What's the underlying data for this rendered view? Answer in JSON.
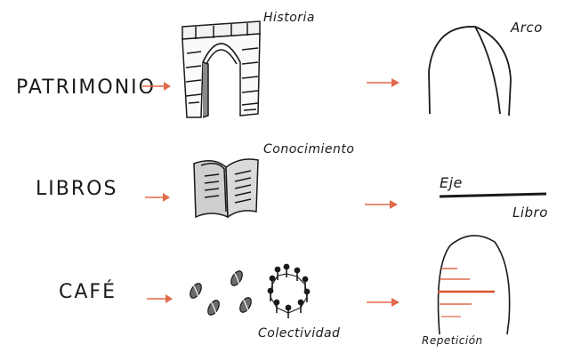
{
  "colors": {
    "ink": "#1a1a1a",
    "arrow": "#e06a4a",
    "accent": "#d9542b",
    "paper": "#ffffff"
  },
  "rows": [
    {
      "concept": "PATRIMONIO",
      "illustration": "arch-icon",
      "caption": "Historia",
      "abstraction": "Arco"
    },
    {
      "concept": "LIBROS",
      "illustration": "open-book-icon",
      "caption": "Conocimiento",
      "abstraction_top": "Eje",
      "abstraction_bottom": "Libro"
    },
    {
      "concept": "CAFÉ",
      "illustration": "coffee-beans-and-people-icon",
      "caption": "Colectividad",
      "abstraction": "Repetición"
    }
  ]
}
